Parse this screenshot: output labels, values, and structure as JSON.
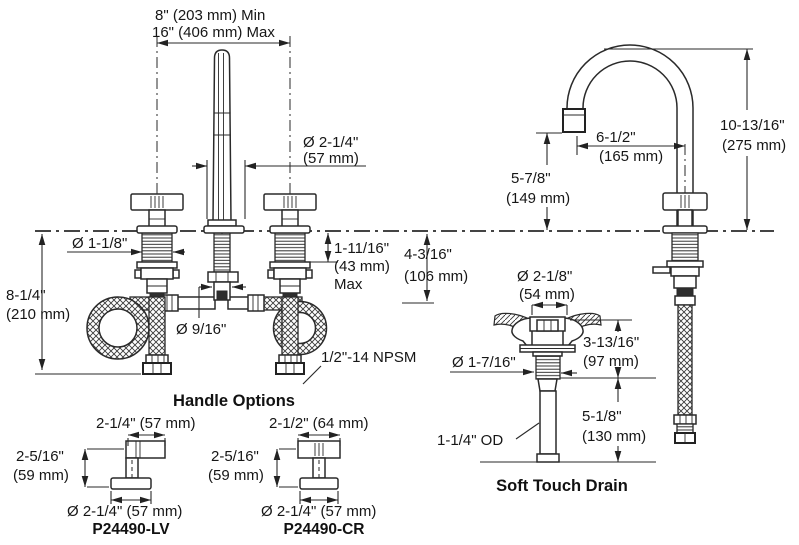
{
  "front": {
    "spread_line1": "8\" (203 mm) Min",
    "spread_line2": "16\" (406 mm) Max",
    "spout_dia": "Ø 2-1/4\"",
    "spout_dia_mm": "(57 mm)",
    "shank_dia": "Ø 1-1/8\"",
    "deck_max_line1": "1-11/16\"",
    "deck_max_line2": "(43 mm)",
    "deck_max_line3": "Max",
    "below_height": "8-1/4\"",
    "below_height_mm": "(210 mm)",
    "outlet_dia": "Ø 9/16\"",
    "supply_thread": "1/2\"-14 NPSM",
    "deck_to_tee": "4-3/16\"",
    "deck_to_tee_mm": "(106 mm)"
  },
  "side": {
    "reach": "6-1/2\"",
    "reach_mm": "(165 mm)",
    "outlet_height": "5-7/8\"",
    "outlet_height_mm": "(149 mm)",
    "total_height": "10-13/16\"",
    "total_height_mm": "(275 mm)"
  },
  "drain": {
    "title": "Soft Touch Drain",
    "flange_dia": "Ø 2-1/8\"",
    "flange_dia_mm": "(54 mm)",
    "body_dia": "Ø 1-7/16\"",
    "upper_len": "3-13/16\"",
    "upper_len_mm": "(97 mm)",
    "lower_len": "5-1/8\"",
    "lower_len_mm": "(130 mm)",
    "od": "1-1/4\" OD"
  },
  "handles": {
    "title": "Handle Options",
    "lv": {
      "width": "2-1/4\" (57 mm)",
      "height": "2-5/16\"",
      "height_mm": "(59 mm)",
      "base": "Ø 2-1/4\" (57 mm)",
      "model": "P24490-LV"
    },
    "cr": {
      "width": "2-1/2\" (64 mm)",
      "height": "2-5/16\"",
      "height_mm": "(59 mm)",
      "base": "Ø 2-1/4\" (57 mm)",
      "model": "P24490-CR"
    }
  }
}
